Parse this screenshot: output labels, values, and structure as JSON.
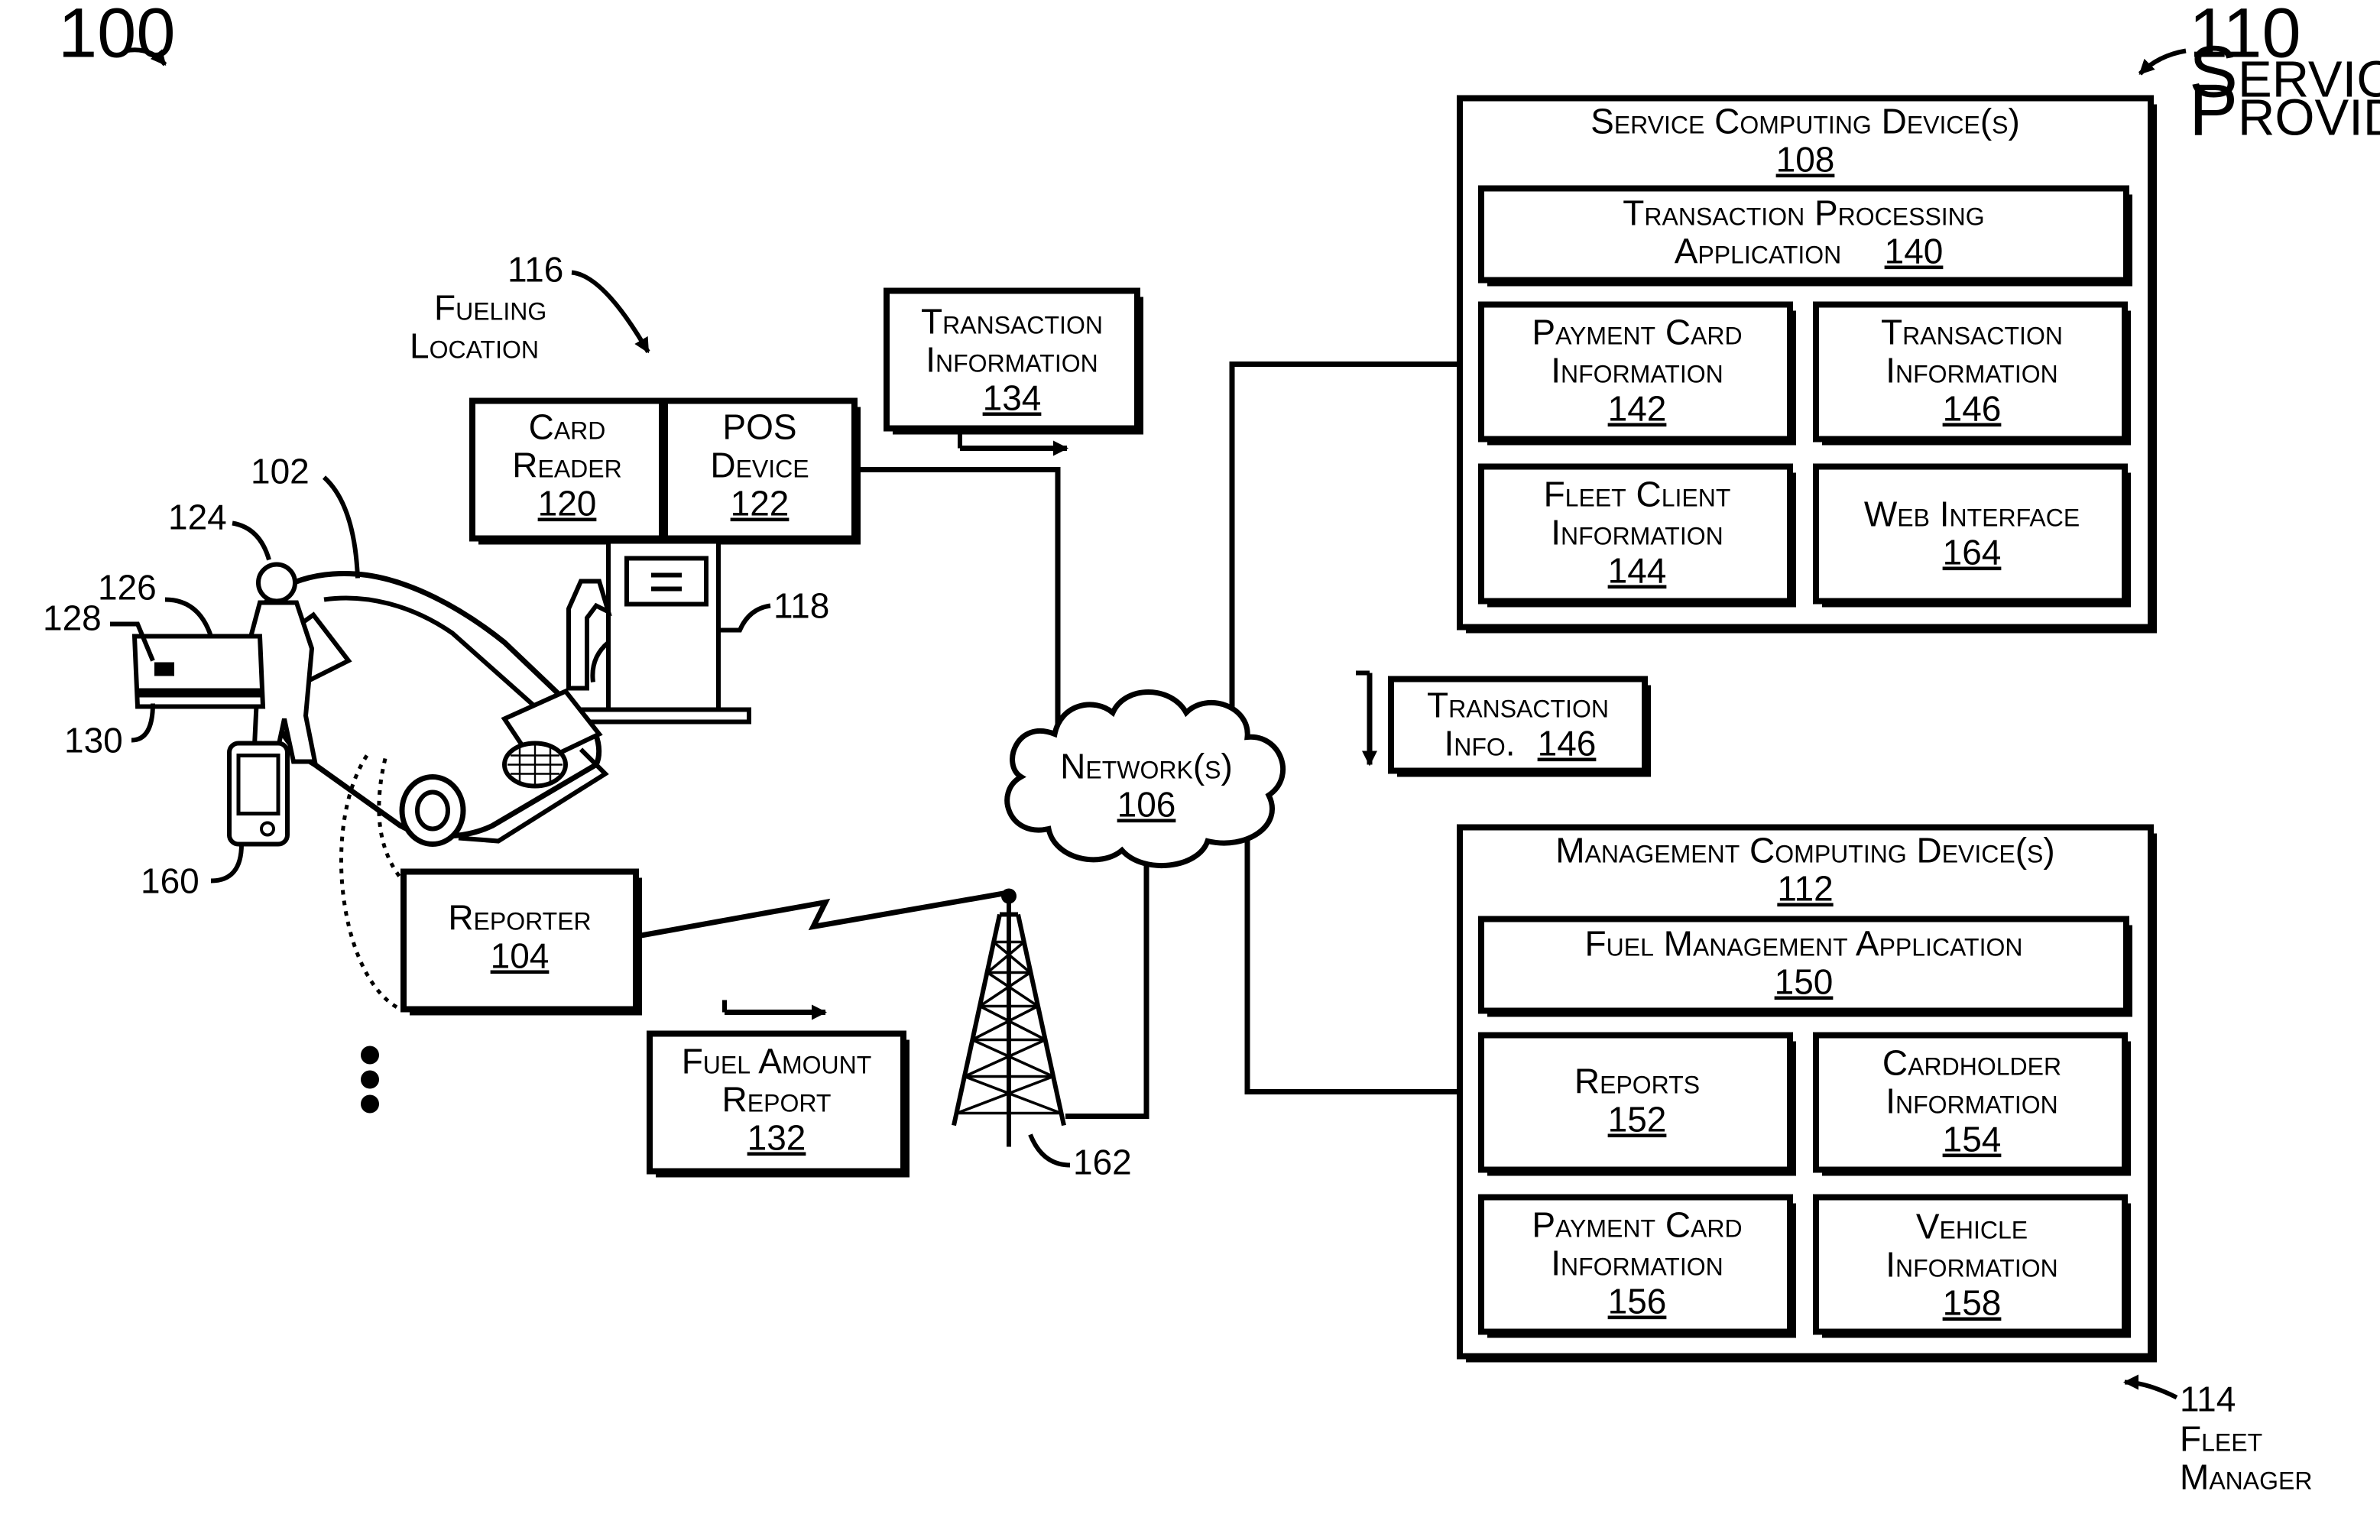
{
  "figure_ref": "100",
  "service_provider": {
    "ref": "110",
    "label_lines": [
      "Service",
      "Provider"
    ],
    "device": {
      "title": "Service Computing Device(s)",
      "ref": "108"
    },
    "app": {
      "line1": "Transaction Processing",
      "line2": "Application",
      "ref": "140"
    },
    "payment_card": {
      "line1": "Payment Card",
      "line2": "Information",
      "ref": "142"
    },
    "transaction_info": {
      "line1": "Transaction",
      "line2": "Information",
      "ref": "146"
    },
    "fleet_client": {
      "line1": "Fleet Client",
      "line2": "Information",
      "ref": "144"
    },
    "web_interface": {
      "line1": "Web Interface",
      "ref": "164"
    }
  },
  "fleet_manager": {
    "ref": "114",
    "label_lines": [
      "Fleet",
      "Manager"
    ],
    "device": {
      "title": "Management Computing Device(s)",
      "ref": "112"
    },
    "app": {
      "line1": "Fuel Management Application",
      "ref": "150"
    },
    "reports": {
      "line1": "Reports",
      "ref": "152"
    },
    "cardholder": {
      "line1": "Cardholder",
      "line2": "Information",
      "ref": "154"
    },
    "payment_card": {
      "line1": "Payment Card",
      "line2": "Information",
      "ref": "156"
    },
    "vehicle": {
      "line1": "Vehicle",
      "line2": "Information",
      "ref": "158"
    }
  },
  "fueling_location": {
    "ref": "116",
    "label_lines": [
      "Fueling",
      "Location"
    ]
  },
  "card_reader": {
    "line1": "Card",
    "line2": "Reader",
    "ref": "120"
  },
  "pos_device": {
    "line1": "POS",
    "line2": "Device",
    "ref": "122"
  },
  "transaction_information": {
    "line1": "Transaction",
    "line2": "Information",
    "ref": "134"
  },
  "transaction_info_short": {
    "line1": "Transaction",
    "line2": "Info.",
    "ref": "146"
  },
  "network": {
    "line1": "Network(s)",
    "ref": "106"
  },
  "reporter": {
    "line1": "Reporter",
    "ref": "104"
  },
  "fuel_amount_report": {
    "line1": "Fuel Amount",
    "line2": "Report",
    "ref": "132"
  },
  "refs": {
    "vehicle": "102",
    "person": "124",
    "card": "126",
    "card_chip": "128",
    "card_stripe": "130",
    "mobile_device": "160",
    "fuel_pump": "118",
    "tower": "162"
  }
}
